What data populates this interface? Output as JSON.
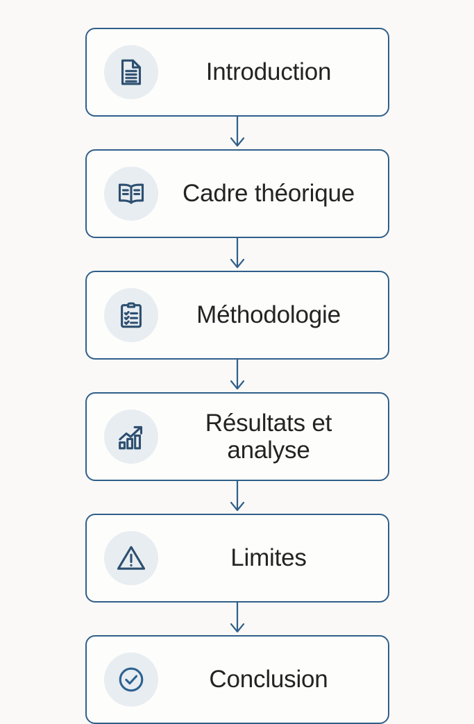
{
  "flowchart": {
    "background_color": "#faf9f7",
    "box_fill_color": "#fdfdfc",
    "box_border_color": "#2f5f8a",
    "icon_badge_color": "#e8edf1",
    "icon_stroke_color": "#2d4f70",
    "label_color": "#232323",
    "connector_color": "#2f5f8a",
    "steps": [
      {
        "label": "Introduction",
        "icon": "document-icon"
      },
      {
        "label": "Cadre théorique",
        "icon": "open-book-icon"
      },
      {
        "label": "Méthodologie",
        "icon": "clipboard-checklist-icon"
      },
      {
        "label": "Résultats et analyse",
        "icon": "bar-chart-trend-up-icon"
      },
      {
        "label": "Limites",
        "icon": "warning-triangle-icon"
      },
      {
        "label": "Conclusion",
        "icon": "check-circle-icon"
      }
    ],
    "connectors": [
      {
        "name": "arrow-down-1"
      },
      {
        "name": "arrow-down-2"
      },
      {
        "name": "arrow-down-3"
      },
      {
        "name": "arrow-down-4"
      },
      {
        "name": "arrow-down-5"
      }
    ]
  }
}
